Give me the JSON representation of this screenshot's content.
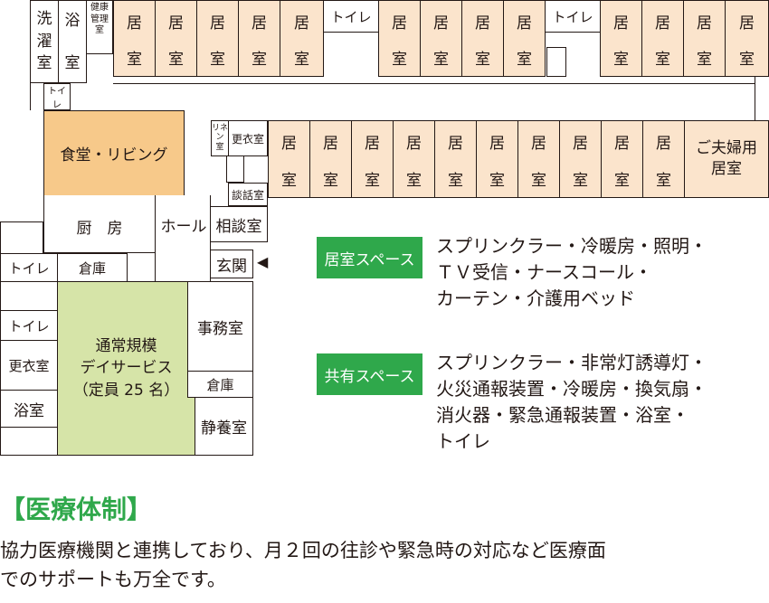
{
  "plan": {
    "rooms": {
      "kyoshitsu_top": "居",
      "kyoshitsu_bottom": "室",
      "sentaku_1": "洗",
      "sentaku_2": "濯",
      "sentaku_3": "室",
      "yoku_1": "浴",
      "yoku_2": "室",
      "kenko_1": "健康",
      "kenko_2": "管理",
      "kenko_3": "室",
      "toilet": "トイレ",
      "toilet_small": "トイレ",
      "shokudo": "食堂・リビング",
      "linen_1": "リネン",
      "linen_2": "室",
      "koui_small": "更衣室",
      "danwa": "談話室",
      "fufu_1": "ご夫婦用",
      "fufu_2": "居室",
      "chubo": "厨　房",
      "hall": "ホール",
      "sodan": "相談室",
      "genkan": "玄関",
      "genkan_arrow": "◀",
      "souko": "倉庫",
      "day_service": "通常規模\nデイサービス\n（定員 25 名）",
      "jimu": "事務室",
      "seiyo": "静養室",
      "koui": "更衣室",
      "yokushitsu": "浴室"
    }
  },
  "legend": [
    {
      "label": "居室スペース",
      "description": "スプリンクラー・冷暖房・照明・\nＴＶ受信・ナースコール・\nカーテン・介護用ベッド",
      "color": "#2fa84b"
    },
    {
      "label": "共有スペース",
      "description": "スプリンクラー・非常灯誘導灯・\n火災通報装置・冷暖房・換気扇・\n消火器・緊急通報装置・浴室・\nトイレ",
      "color": "#2fa84b"
    }
  ],
  "medical": {
    "heading": "【医療体制】",
    "heading_color": "#2fa84b",
    "body": "協力医療機関と連携しており、月２回の往診や緊急時の対応など医療面\nでのサポートも万全です。"
  }
}
